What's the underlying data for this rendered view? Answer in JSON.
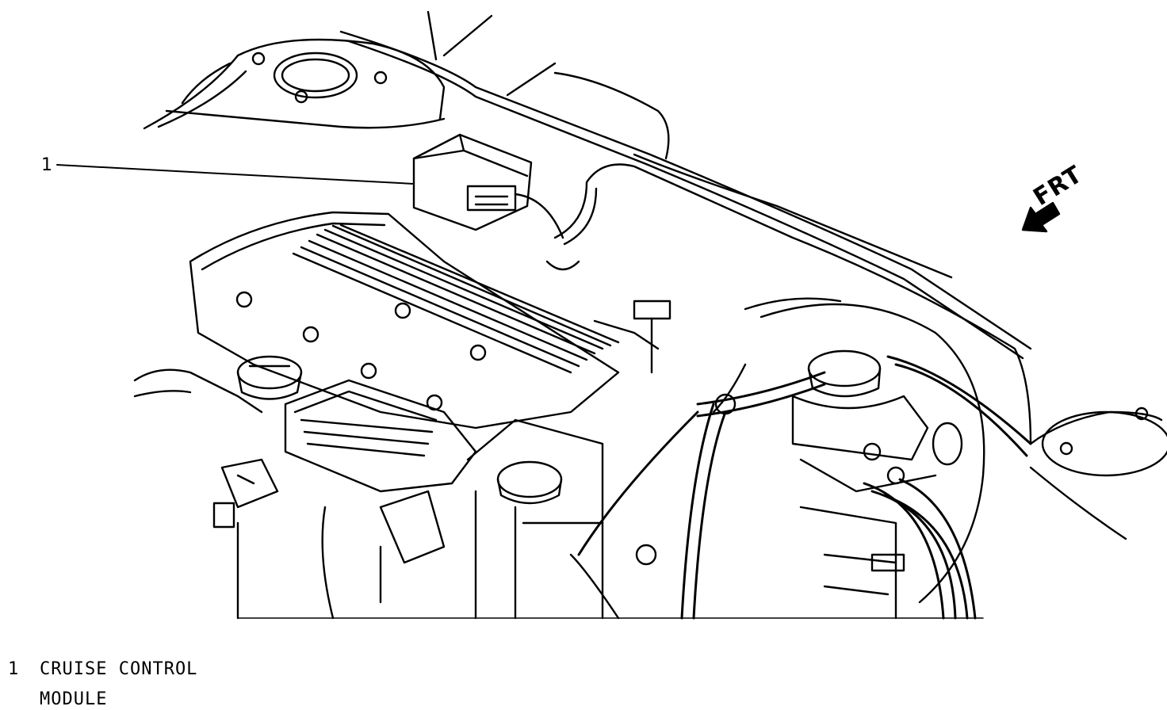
{
  "callout": {
    "number": "1"
  },
  "direction": {
    "label": "FRT"
  },
  "legend": [
    {
      "number": "1",
      "text": "CRUISE CONTROL MODULE"
    }
  ]
}
